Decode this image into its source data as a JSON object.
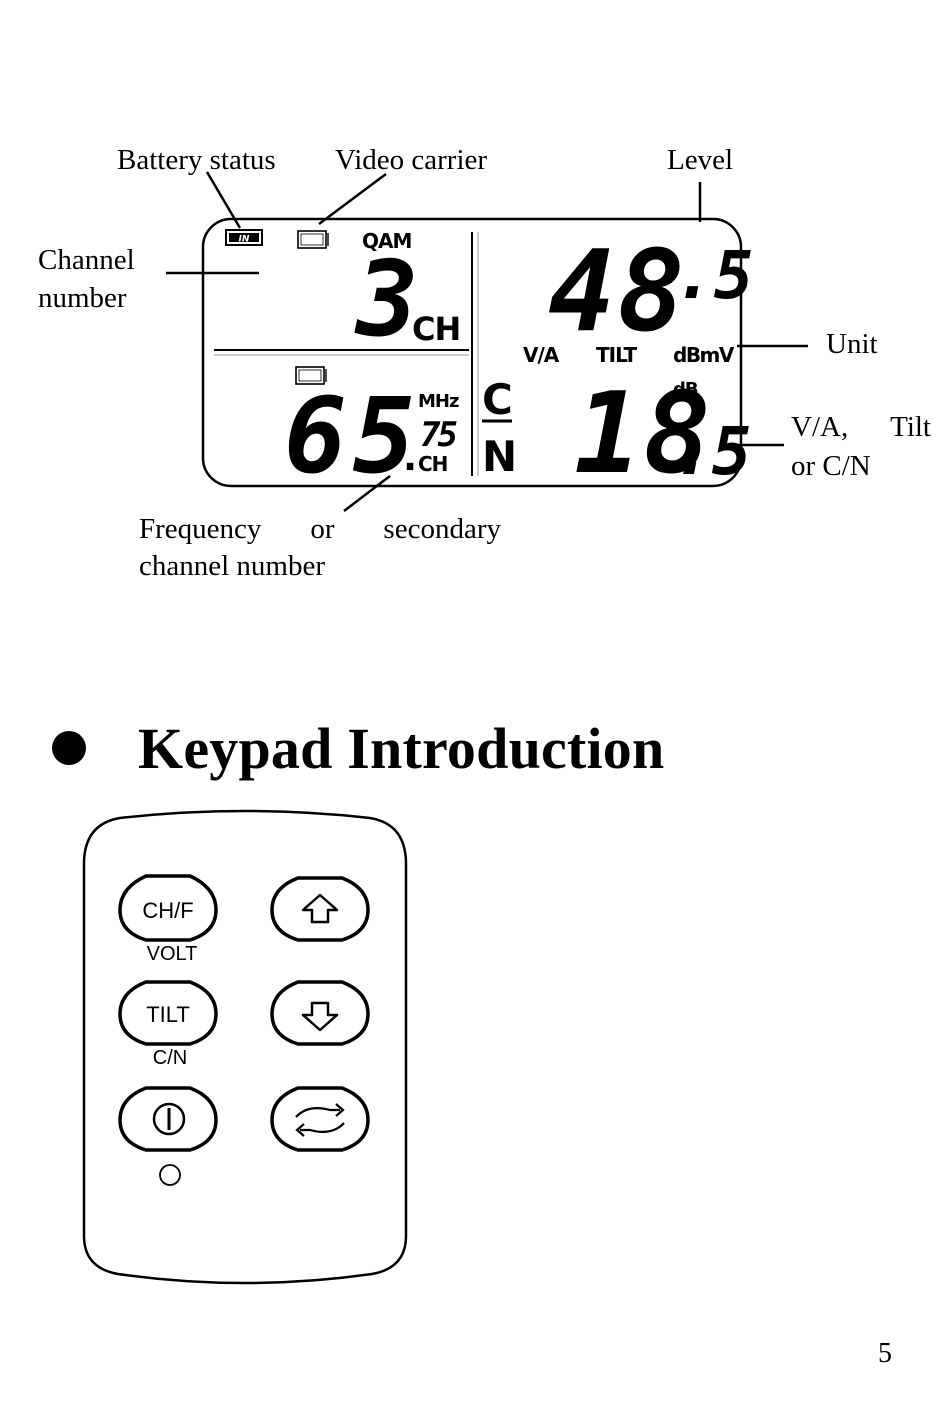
{
  "callouts": {
    "battery_status": "Battery status",
    "video_carrier": "Video carrier",
    "level": "Level",
    "channel_number_line1": "Channel",
    "channel_number_line2": "number",
    "unit": "Unit",
    "va_tilt_line1_a": "V/A,",
    "va_tilt_line1_b": "Tilt",
    "va_tilt_line2": "or C/N",
    "freq_line1_a": "Frequency",
    "freq_line1_b": "or",
    "freq_line1_c": "secondary",
    "freq_line2": "channel number"
  },
  "lcd": {
    "battery_badge": "IN",
    "mode": "QAM",
    "channel_value": "3",
    "channel_unit": "CH",
    "level_value": "48",
    "level_decimal": ".5",
    "va_label": "V/A",
    "tilt_label": "TILT",
    "unit_label": "dBmV",
    "freq_value": "65",
    "freq_dot": ".",
    "freq_mhz": "MHz",
    "freq_decimal": "75",
    "freq_ch": "CH",
    "cn_c": "C",
    "cn_n": "N",
    "cn_value": "18",
    "cn_decimal": ".5",
    "cn_unit": "dB"
  },
  "heading": "Keypad Introduction",
  "keypad": {
    "chf_label": "CH/F",
    "chf_sub": "VOLT",
    "tilt_label": "TILT",
    "tilt_sub": "C/N"
  },
  "page_number": "5"
}
